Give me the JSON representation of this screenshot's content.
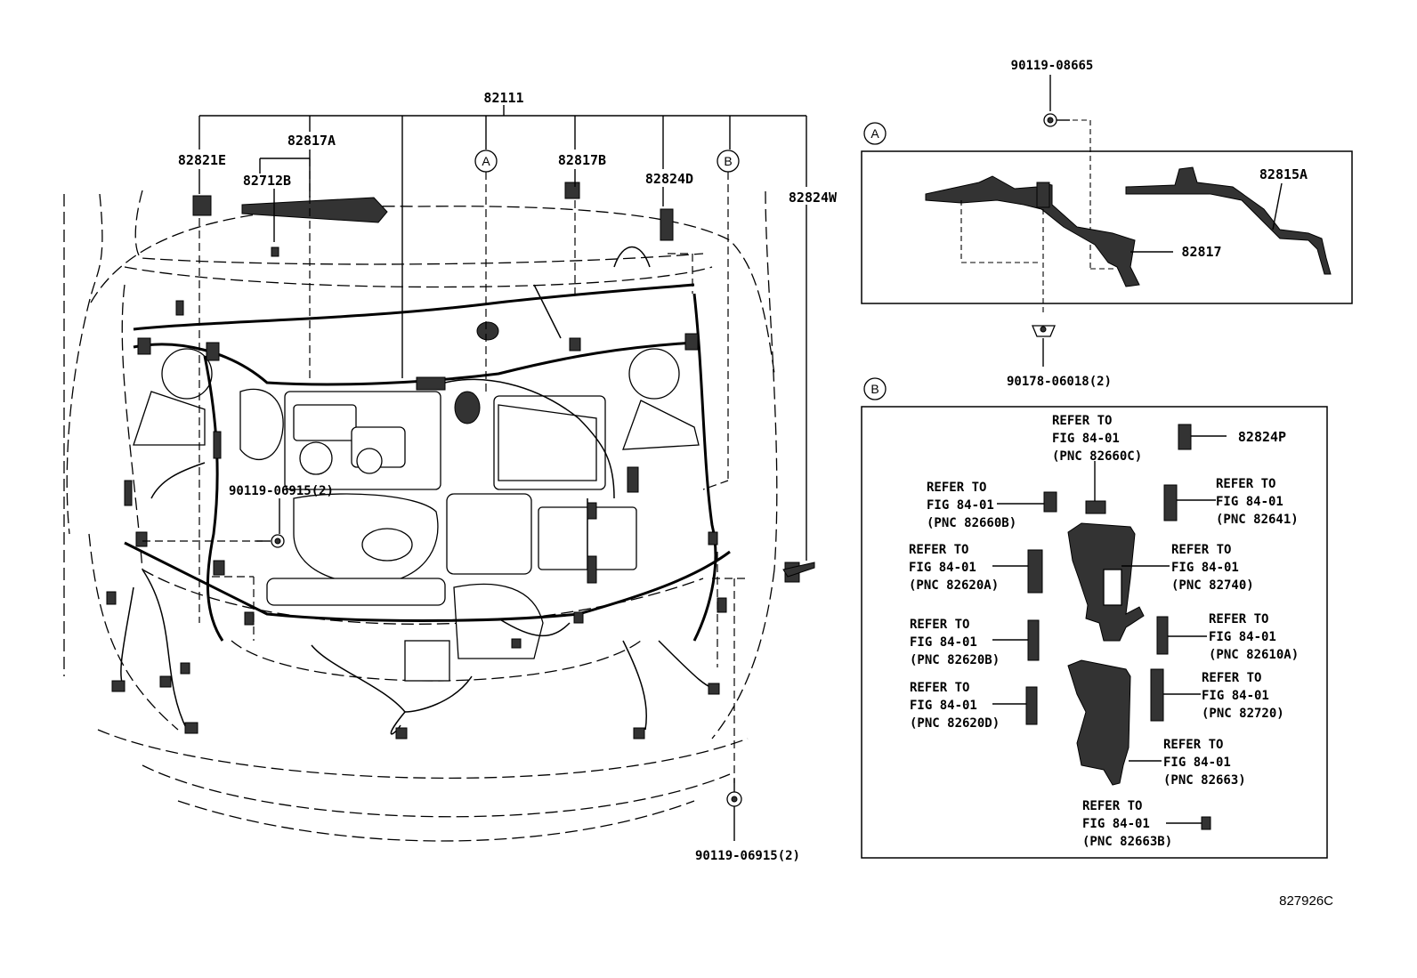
{
  "diagram_code": "827926C",
  "main_view": {
    "labels": {
      "p82111": "82111",
      "p82817A": "82817A",
      "p82821E": "82821E",
      "p82712B": "82712B",
      "p82817B": "82817B",
      "p82824D": "82824D",
      "p82824W": "82824W",
      "bolt_left": "90119-06915(2)",
      "bolt_bottom": "90119-06915(2)"
    },
    "callouts": {
      "a": "A",
      "b": "B"
    }
  },
  "detail_a": {
    "marker": "A",
    "labels": {
      "bolt_top": "90119-08665",
      "p82815A": "82815A",
      "p82817": "82817",
      "clip_bottom": "90178-06018(2)"
    }
  },
  "detail_b": {
    "marker": "B",
    "p82824P": "82824P",
    "refs": [
      {
        "line1": "REFER TO",
        "line2": "FIG 84-01",
        "line3": "(PNC 82660C)"
      },
      {
        "line1": "REFER TO",
        "line2": "FIG 84-01",
        "line3": "(PNC 82660B)"
      },
      {
        "line1": "REFER TO",
        "line2": "FIG 84-01",
        "line3": "(PNC 82641)"
      },
      {
        "line1": "REFER TO",
        "line2": "FIG 84-01",
        "line3": "(PNC 82620A)"
      },
      {
        "line1": "REFER TO",
        "line2": "FIG 84-01",
        "line3": "(PNC 82740)"
      },
      {
        "line1": "REFER TO",
        "line2": "FIG 84-01",
        "line3": "(PNC 82620B)"
      },
      {
        "line1": "REFER TO",
        "line2": "FIG 84-01",
        "line3": "(PNC 82610A)"
      },
      {
        "line1": "REFER TO",
        "line2": "FIG 84-01",
        "line3": "(PNC 82620D)"
      },
      {
        "line1": "REFER TO",
        "line2": "FIG 84-01",
        "line3": "(PNC 82720)"
      },
      {
        "line1": "REFER TO",
        "line2": "FIG 84-01",
        "line3": "(PNC 82663)"
      },
      {
        "line1": "REFER TO",
        "line2": "FIG 84-01",
        "line3": "(PNC 82663B)"
      }
    ]
  }
}
